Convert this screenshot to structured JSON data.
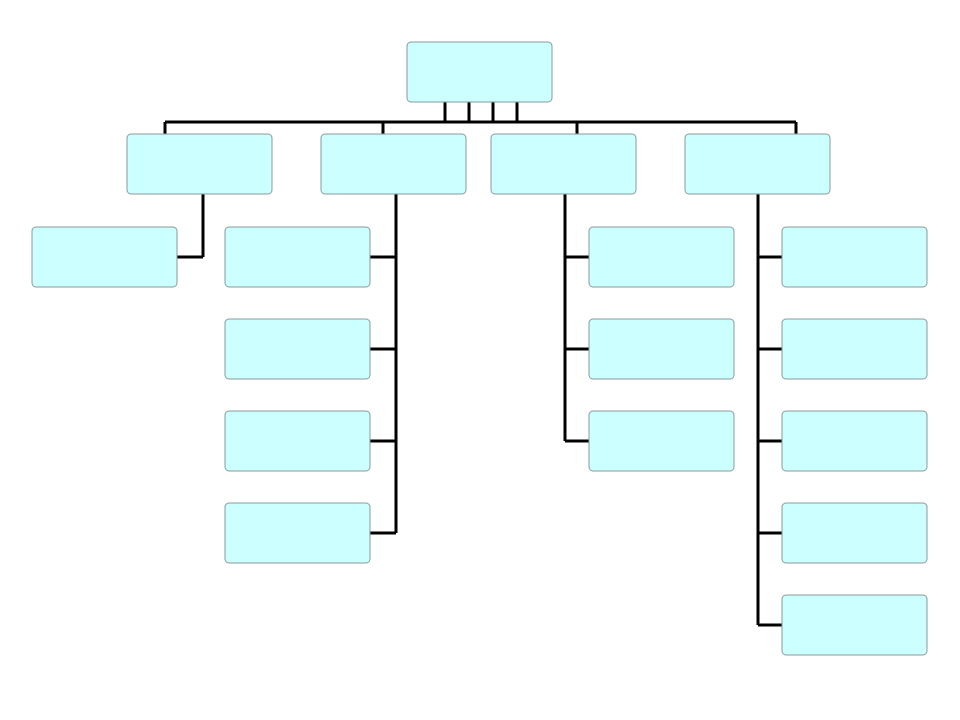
{
  "colors": {
    "node_fill": "#ccffff",
    "node_border": "#8a9a9a",
    "connector": "#000000",
    "background": "#ffffff"
  },
  "diagram": {
    "type": "org-chart",
    "root": {
      "id": "root",
      "label": ""
    },
    "branches": [
      {
        "id": "branch-1",
        "label": "",
        "side": "right",
        "children": [
          {
            "id": "b1-c1",
            "label": ""
          }
        ]
      },
      {
        "id": "branch-2",
        "label": "",
        "side": "right",
        "children": [
          {
            "id": "b2-c1",
            "label": ""
          },
          {
            "id": "b2-c2",
            "label": ""
          },
          {
            "id": "b2-c3",
            "label": ""
          },
          {
            "id": "b2-c4",
            "label": ""
          }
        ]
      },
      {
        "id": "branch-3",
        "label": "",
        "side": "left",
        "children": [
          {
            "id": "b3-c1",
            "label": ""
          },
          {
            "id": "b3-c2",
            "label": ""
          },
          {
            "id": "b3-c3",
            "label": ""
          }
        ]
      },
      {
        "id": "branch-4",
        "label": "",
        "side": "left",
        "children": [
          {
            "id": "b4-c1",
            "label": ""
          },
          {
            "id": "b4-c2",
            "label": ""
          },
          {
            "id": "b4-c3",
            "label": ""
          },
          {
            "id": "b4-c4",
            "label": ""
          },
          {
            "id": "b4-c5",
            "label": ""
          }
        ]
      }
    ]
  }
}
